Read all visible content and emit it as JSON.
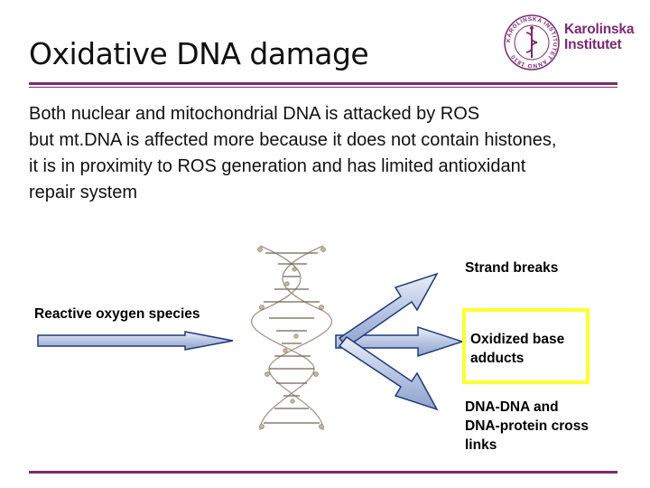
{
  "slide": {
    "title": "Oxidative DNA damage",
    "body_lines": [
      "Both nuclear and mitochondrial DNA is attacked by ROS",
      "but mt.DNA is affected more because it does not contain histones,",
      "it is in proximity to ROS generation and has limited antioxidant",
      "repair system"
    ]
  },
  "logo": {
    "wordmark_line1": "Karolinska",
    "wordmark_line2": "Institutet",
    "seal_text": "KAROLINSKA INSTITUTET ANNO 1810",
    "icon": "karolinska-seal-icon",
    "color": "#7b2a6f"
  },
  "diagram": {
    "source_label": "Reactive oxygen species",
    "outcomes": [
      "Strand breaks",
      "Oxidized base adducts",
      "DNA-DNA and DNA-protein cross links"
    ],
    "outcome_lines": {
      "oxidized": [
        "Oxidized base",
        "adducts"
      ],
      "crosslinks": [
        "DNA-DNA and",
        "DNA-protein cross",
        "links"
      ]
    },
    "dna_icon": "dna-double-helix-icon",
    "arrow_color": "#1f3a7a",
    "highlight_color": "#ffff33"
  },
  "theme": {
    "accent": "#7b2a6f"
  }
}
